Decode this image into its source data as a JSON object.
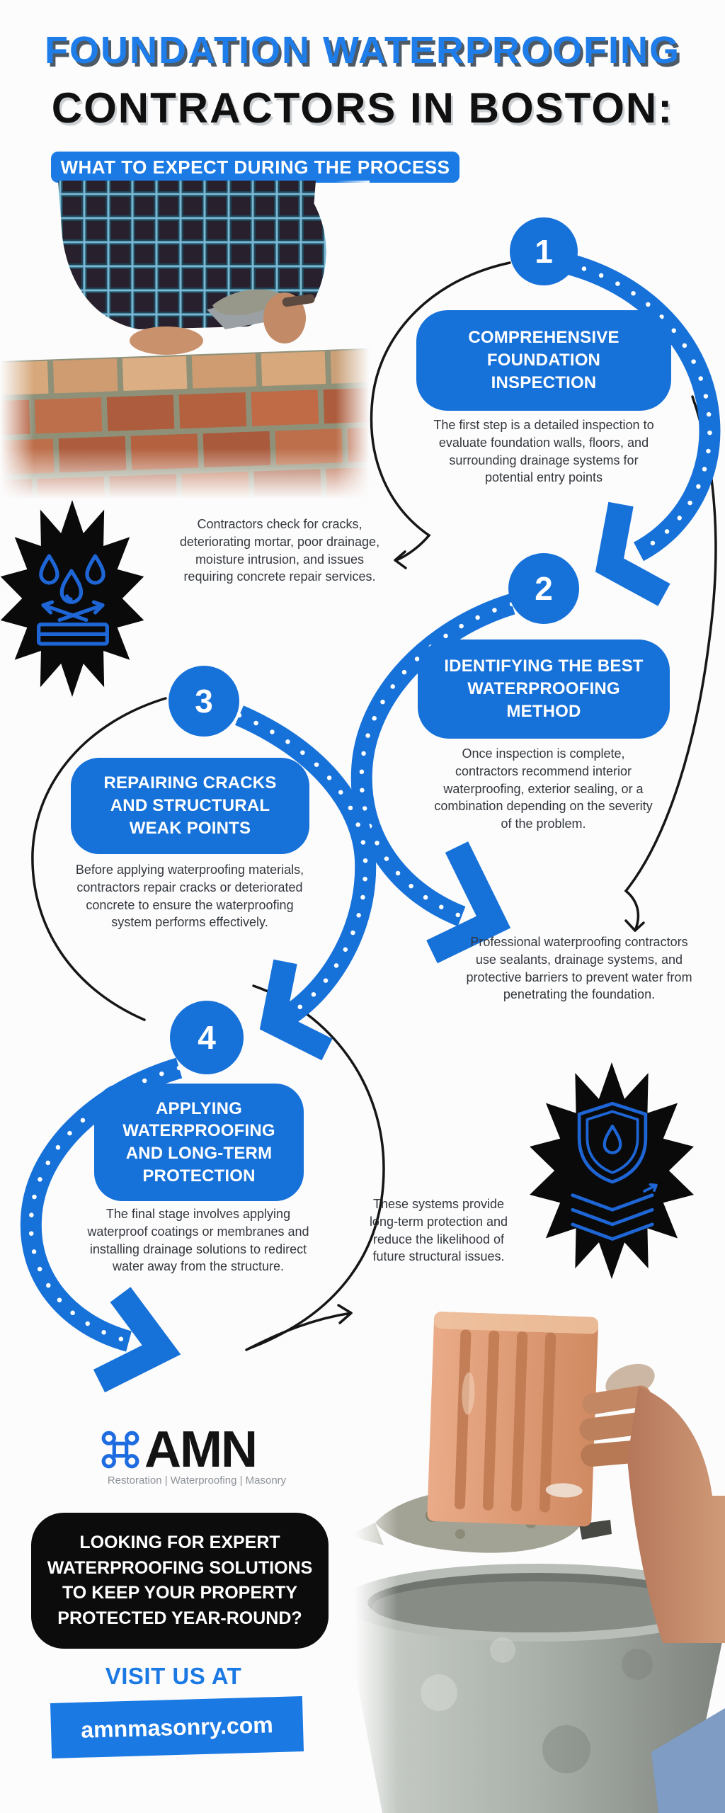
{
  "header": {
    "title_line1": "FOUNDATION WATERPROOFING",
    "title_line2": "CONTRACTORS IN BOSTON:",
    "badge": "WHAT TO EXPECT DURING THE PROCESS"
  },
  "steps": [
    {
      "number": "1",
      "heading": "COMPREHENSIVE FOUNDATION INSPECTION",
      "body": "The first step is a detailed inspection to evaluate foundation walls, floors, and surrounding drainage systems for potential entry points"
    },
    {
      "number": "2",
      "heading": "IDENTIFYING THE BEST WATERPROOFING METHOD",
      "body": "Once inspection is complete, contractors recommend interior waterproofing, exterior sealing, or a combination depending on the severity of the problem."
    },
    {
      "number": "3",
      "heading": "REPAIRING CRACKS AND STRUCTURAL WEAK POINTS",
      "body": "Before applying waterproofing materials, contractors repair cracks or deteriorated concrete to ensure the waterproofing system performs effectively."
    },
    {
      "number": "4",
      "heading": "APPLYING WATERPROOFING AND LONG-TERM PROTECTION",
      "body": "The final stage involves applying waterproof coatings or membranes and installing drainage solutions to redirect water away from the structure."
    }
  ],
  "notes": [
    {
      "text": "Contractors check for cracks, deteriorating mortar, poor drainage, moisture intrusion, and issues requiring concrete repair services."
    },
    {
      "text": "Professional waterproofing contractors use sealants, drainage systems, and protective barriers to prevent water from penetrating the foundation."
    },
    {
      "text": "These systems provide long-term protection and reduce the likelihood of future structural issues."
    }
  ],
  "footer": {
    "logo_name": "AMN",
    "logo_tagline": "Restoration | Waterproofing | Masonry",
    "cta": "LOOKING FOR EXPERT WATERPROOFING SOLUTIONS TO KEEP YOUR PROPERTY PROTECTED YEAR-ROUND?",
    "visit_label": "VISIT US AT",
    "website": "amnmasonry.com"
  },
  "colors": {
    "primary_blue": "#1671D9",
    "badge_blue": "#1B7AE4",
    "title_blue": "#1E7DE8",
    "ink_black": "#0C0C0C",
    "body_text": "#33373D",
    "tagline_gray": "#8D9298"
  },
  "icons": {
    "step1_star": "water-drops-repel-icon",
    "step4_star": "shield-water-layers-icon",
    "logo": "command-icon"
  }
}
